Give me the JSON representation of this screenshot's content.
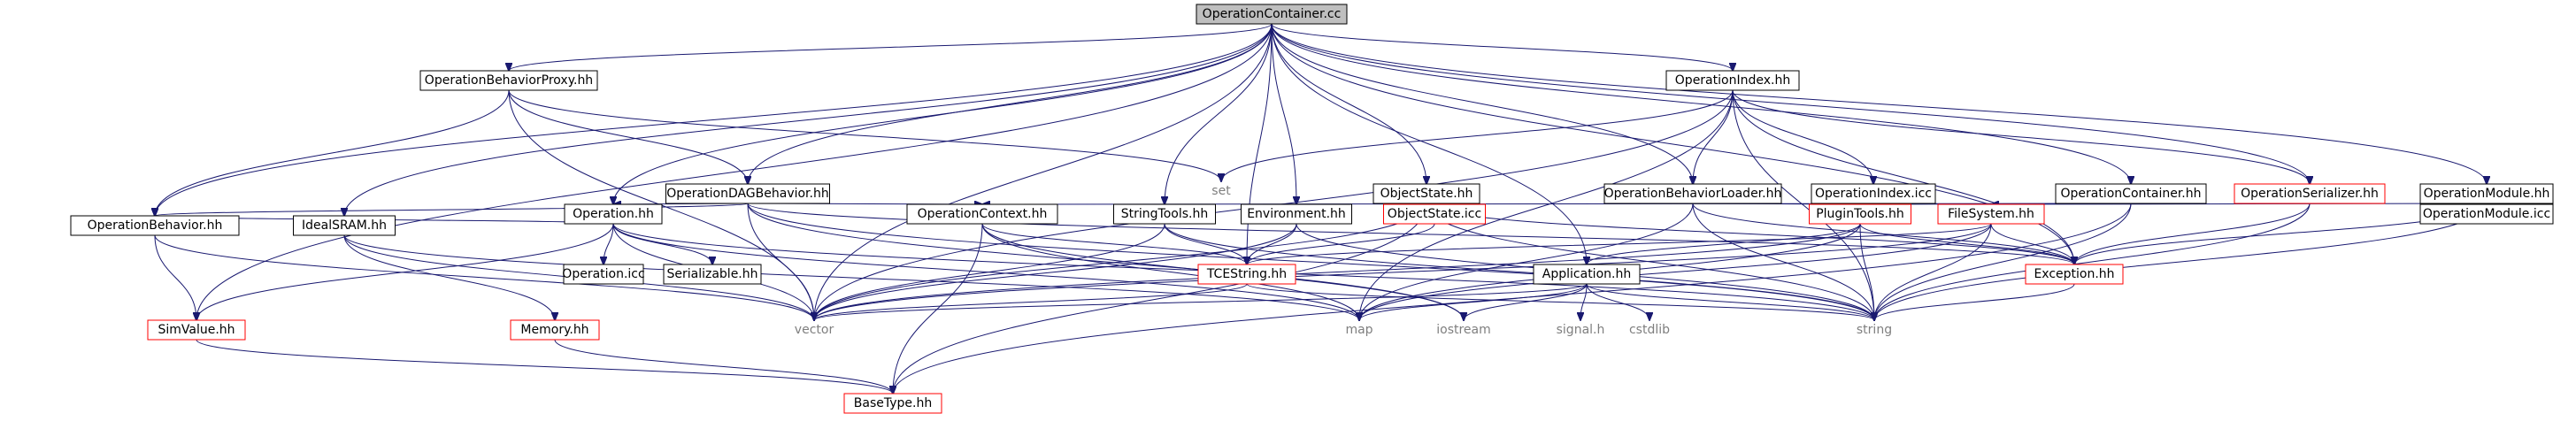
{
  "colors": {
    "edge": "#191970",
    "box_default": "#000000",
    "box_missing": "#ff0000",
    "box_root_fill": "#bfbfbf",
    "box_root_stroke": "#000000",
    "text_system": "#7f7f7f",
    "text_default": "#000000"
  },
  "nodes": [
    {
      "id": "root",
      "label": "OperationContainer.cc",
      "style": "root"
    },
    {
      "id": "obp",
      "label": "OperationBehaviorProxy.hh",
      "style": "default"
    },
    {
      "id": "oidx",
      "label": "OperationIndex.hh",
      "style": "default"
    },
    {
      "id": "set",
      "label": "set",
      "style": "system"
    },
    {
      "id": "odag",
      "label": "OperationDAGBehavior.hh",
      "style": "default"
    },
    {
      "id": "ostate",
      "label": "ObjectState.hh",
      "style": "default"
    },
    {
      "id": "obl",
      "label": "OperationBehaviorLoader.hh",
      "style": "default"
    },
    {
      "id": "oidxicc",
      "label": "OperationIndex.icc",
      "style": "default"
    },
    {
      "id": "ocont",
      "label": "OperationContainer.hh",
      "style": "default"
    },
    {
      "id": "oser",
      "label": "OperationSerializer.hh",
      "style": "missing"
    },
    {
      "id": "omod",
      "label": "OperationModule.hh",
      "style": "default"
    },
    {
      "id": "op",
      "label": "Operation.hh",
      "style": "default"
    },
    {
      "id": "octx",
      "label": "OperationContext.hh",
      "style": "default"
    },
    {
      "id": "strt",
      "label": "StringTools.hh",
      "style": "default"
    },
    {
      "id": "env",
      "label": "Environment.hh",
      "style": "default"
    },
    {
      "id": "osticc",
      "label": "ObjectState.icc",
      "style": "missing"
    },
    {
      "id": "plug",
      "label": "PluginTools.hh",
      "style": "missing"
    },
    {
      "id": "fsys",
      "label": "FileSystem.hh",
      "style": "missing"
    },
    {
      "id": "omodicc",
      "label": "OperationModule.icc",
      "style": "default"
    },
    {
      "id": "obeh",
      "label": "OperationBehavior.hh",
      "style": "default"
    },
    {
      "id": "isram",
      "label": "IdealSRAM.hh",
      "style": "default"
    },
    {
      "id": "opicc",
      "label": "Operation.icc",
      "style": "default"
    },
    {
      "id": "ser",
      "label": "Serializable.hh",
      "style": "default"
    },
    {
      "id": "tce",
      "label": "TCEString.hh",
      "style": "missing"
    },
    {
      "id": "app",
      "label": "Application.hh",
      "style": "default"
    },
    {
      "id": "exc",
      "label": "Exception.hh",
      "style": "missing"
    },
    {
      "id": "simv",
      "label": "SimValue.hh",
      "style": "missing"
    },
    {
      "id": "mem",
      "label": "Memory.hh",
      "style": "missing"
    },
    {
      "id": "vector",
      "label": "vector",
      "style": "system"
    },
    {
      "id": "map",
      "label": "map",
      "style": "system"
    },
    {
      "id": "iostream",
      "label": "iostream",
      "style": "system"
    },
    {
      "id": "signal",
      "label": "signal.h",
      "style": "system"
    },
    {
      "id": "cstdlib",
      "label": "cstdlib",
      "style": "system"
    },
    {
      "id": "string",
      "label": "string",
      "style": "system"
    },
    {
      "id": "btype",
      "label": "BaseType.hh",
      "style": "missing"
    }
  ],
  "edges": [
    [
      "root",
      "obp"
    ],
    [
      "root",
      "oidx"
    ],
    [
      "root",
      "odag"
    ],
    [
      "root",
      "ostate"
    ],
    [
      "root",
      "obl"
    ],
    [
      "root",
      "ocont"
    ],
    [
      "root",
      "oser"
    ],
    [
      "root",
      "omod"
    ],
    [
      "root",
      "op"
    ],
    [
      "root",
      "strt"
    ],
    [
      "root",
      "env"
    ],
    [
      "root",
      "app"
    ],
    [
      "root",
      "tce"
    ],
    [
      "root",
      "exc"
    ],
    [
      "root",
      "obeh"
    ],
    [
      "root",
      "isram"
    ],
    [
      "root",
      "simv"
    ],
    [
      "root",
      "vector"
    ],
    [
      "obp",
      "set"
    ],
    [
      "obp",
      "odag"
    ],
    [
      "obp",
      "obeh"
    ],
    [
      "obp",
      "vector"
    ],
    [
      "oidx",
      "set"
    ],
    [
      "oidx",
      "obl"
    ],
    [
      "oidx",
      "oidxicc"
    ],
    [
      "oidx",
      "oser"
    ],
    [
      "oidx",
      "vector"
    ],
    [
      "oidx",
      "map"
    ],
    [
      "oidx",
      "string"
    ],
    [
      "oidx",
      "exc"
    ],
    [
      "odag",
      "op"
    ],
    [
      "odag",
      "octx"
    ],
    [
      "odag",
      "obeh"
    ],
    [
      "odag",
      "vector"
    ],
    [
      "odag",
      "iostream"
    ],
    [
      "odag",
      "string"
    ],
    [
      "odag",
      "exc"
    ],
    [
      "ostate",
      "osticc"
    ],
    [
      "ostate",
      "vector"
    ],
    [
      "ostate",
      "string"
    ],
    [
      "ostate",
      "btype"
    ],
    [
      "ostate",
      "exc"
    ],
    [
      "obl",
      "plug"
    ],
    [
      "obl",
      "map"
    ],
    [
      "obl",
      "string"
    ],
    [
      "obl",
      "exc"
    ],
    [
      "ocont",
      "plug"
    ],
    [
      "ocont",
      "octx"
    ],
    [
      "ocont",
      "string"
    ],
    [
      "ocont",
      "btype"
    ],
    [
      "oser",
      "exc"
    ],
    [
      "oser",
      "string"
    ],
    [
      "omod",
      "omodicc"
    ],
    [
      "omod",
      "fsys"
    ],
    [
      "omod",
      "exc"
    ],
    [
      "omod",
      "string"
    ],
    [
      "op",
      "obeh"
    ],
    [
      "op",
      "opicc"
    ],
    [
      "op",
      "ser"
    ],
    [
      "op",
      "simv"
    ],
    [
      "op",
      "vector"
    ],
    [
      "op",
      "map"
    ],
    [
      "op",
      "string"
    ],
    [
      "octx",
      "tce"
    ],
    [
      "octx",
      "map"
    ],
    [
      "octx",
      "btype"
    ],
    [
      "octx",
      "iostream"
    ],
    [
      "strt",
      "tce"
    ],
    [
      "strt",
      "vector"
    ],
    [
      "strt",
      "string"
    ],
    [
      "env",
      "tce"
    ],
    [
      "env",
      "vector"
    ],
    [
      "env",
      "string"
    ],
    [
      "osticc",
      "tce"
    ],
    [
      "plug",
      "app"
    ],
    [
      "plug",
      "exc"
    ],
    [
      "plug",
      "map"
    ],
    [
      "plug",
      "string"
    ],
    [
      "plug",
      "vector"
    ],
    [
      "fsys",
      "tce"
    ],
    [
      "fsys",
      "exc"
    ],
    [
      "fsys",
      "string"
    ],
    [
      "fsys",
      "vector"
    ],
    [
      "fsys",
      "map"
    ],
    [
      "obeh",
      "simv"
    ],
    [
      "obeh",
      "vector"
    ],
    [
      "isram",
      "mem"
    ],
    [
      "isram",
      "vector"
    ],
    [
      "isram",
      "map"
    ],
    [
      "tce",
      "vector"
    ],
    [
      "tce",
      "string"
    ],
    [
      "app",
      "vector"
    ],
    [
      "app",
      "map"
    ],
    [
      "app",
      "iostream"
    ],
    [
      "app",
      "signal"
    ],
    [
      "app",
      "cstdlib"
    ],
    [
      "app",
      "string"
    ],
    [
      "exc",
      "string"
    ],
    [
      "simv",
      "btype"
    ],
    [
      "mem",
      "btype"
    ]
  ]
}
